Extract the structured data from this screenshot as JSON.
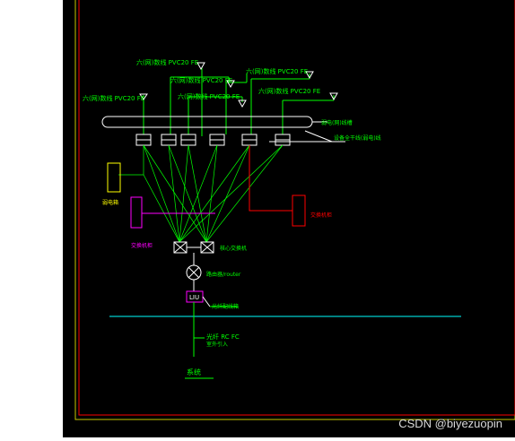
{
  "colors": {
    "background": "#000000",
    "frame_outer": "#c8c800",
    "frame_inner": "#ff0000",
    "green": "#00ff00",
    "yellow": "#ffff00",
    "cyan": "#00ffff",
    "magenta": "#ff00ff",
    "red": "#ff0000",
    "white": "#ffffff"
  },
  "diagram": {
    "cable_labels": [
      "六(网)数线 PVC20 FE",
      "六(网)数线 PVC20 FE",
      "六(网)数线 PVC20 FE",
      "六(网)数线 PVC20 FE",
      "六(网)数线 PVC20 FE",
      "六(网)数线 PVC20 FE"
    ],
    "bus_label": "弱电(网)线槽",
    "bus_sublabel": "设备全干线(弱电)线",
    "left_box_label": "弱电箱",
    "magenta_box_label": "交换机柜",
    "red_box_label": "交换机柜",
    "switch_label": "核心交换机",
    "router_label": "路由器/router",
    "lightcat_label": "LIU",
    "lightcat_caption": "光纤配线箱",
    "incoming_label": "光纤 RC FC",
    "incoming_sub": "室外引入",
    "system_label": "系统"
  },
  "watermark": "CSDN @biyezuopin"
}
